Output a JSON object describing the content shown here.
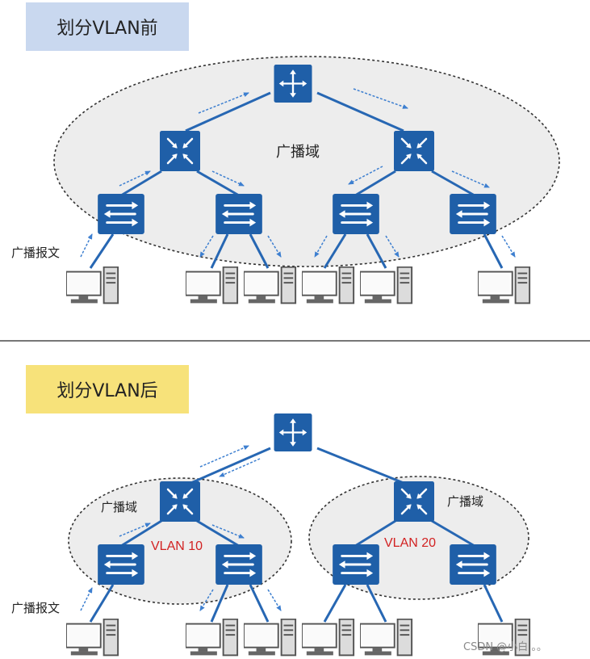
{
  "top": {
    "title": "划分VLAN前",
    "domain_label": "广播域",
    "message_label": "广播报文"
  },
  "bottom": {
    "title": "划分VLAN后",
    "domain1_label": "广播域",
    "domain2_label": "广播域",
    "vlan1_label": "VLAN 10",
    "vlan2_label": "VLAN 20",
    "message_label": "广播报文"
  },
  "watermark": "CSDN @小白 。。",
  "colors": {
    "device": "#1f5fa8",
    "link": "#2767b3",
    "arrow": "#3d7fd0",
    "vlan_label": "#d22222",
    "domain_fill": "#ededed"
  },
  "icons": [
    "router-icon",
    "core-switch-icon",
    "access-switch-icon",
    "pc-icon"
  ]
}
